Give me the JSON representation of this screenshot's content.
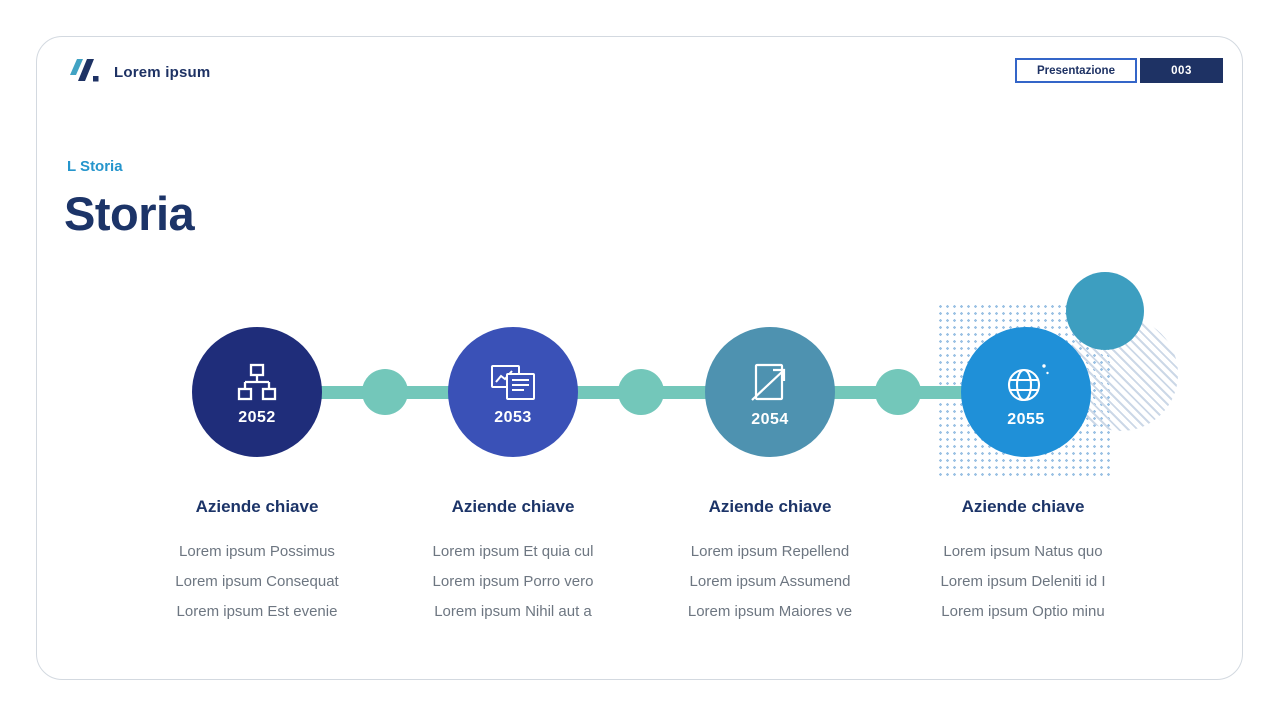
{
  "header": {
    "logo_text": "Lorem ipsum",
    "presentation_button": "Presentazione",
    "page_number": "003"
  },
  "title": {
    "eyebrow": "L Storia",
    "heading": "Storia"
  },
  "timeline": {
    "connector_color": "#73c7ba",
    "milestones": [
      {
        "year": "2052",
        "icon": "org-chart-icon",
        "color": "#1f2d7a",
        "heading": "Aziende chiave",
        "lines": [
          "Lorem ipsum Possimus",
          "Lorem ipsum Consequat",
          "Lorem ipsum Est evenie"
        ]
      },
      {
        "year": "2053",
        "icon": "browser-chart-icon",
        "color": "#3a51b7",
        "heading": "Aziende chiave",
        "lines": [
          "Lorem ipsum Et quia cul",
          "Lorem ipsum Porro vero",
          "Lorem ipsum Nihil aut a"
        ]
      },
      {
        "year": "2054",
        "icon": "document-arrow-icon",
        "color": "#4e92b0",
        "heading": "Aziende chiave",
        "lines": [
          "Lorem ipsum Repellend",
          "Lorem ipsum Assumend",
          "Lorem ipsum Maiores ve"
        ]
      },
      {
        "year": "2055",
        "icon": "globe-icon",
        "color": "#1f90d8",
        "heading": "Aziende chiave",
        "lines": [
          "Lorem ipsum Natus quo",
          "Lorem ipsum Deleniti id I",
          "Lorem ipsum Optio minu"
        ]
      }
    ]
  },
  "colors": {
    "navy": "#1e3264",
    "accent_blue": "#2595cc",
    "connector_teal": "#73c7ba",
    "deco_teal": "#3d9ec0",
    "body_text": "#6d7681"
  }
}
